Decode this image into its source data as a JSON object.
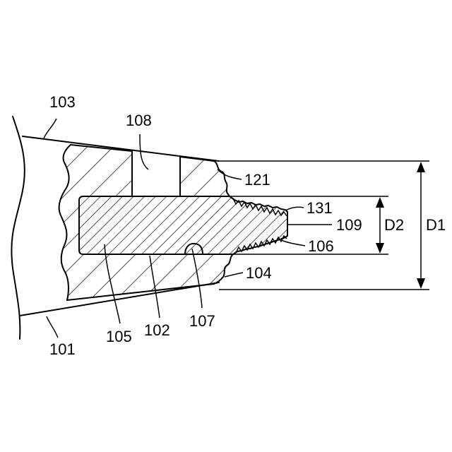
{
  "labels": {
    "l101": "101",
    "l102": "102",
    "l103": "103",
    "l104": "104",
    "l105": "105",
    "l106": "106",
    "l107": "107",
    "l108": "108",
    "l109": "109",
    "l121": "121",
    "l131": "131",
    "d1": "D1",
    "d2": "D2"
  }
}
